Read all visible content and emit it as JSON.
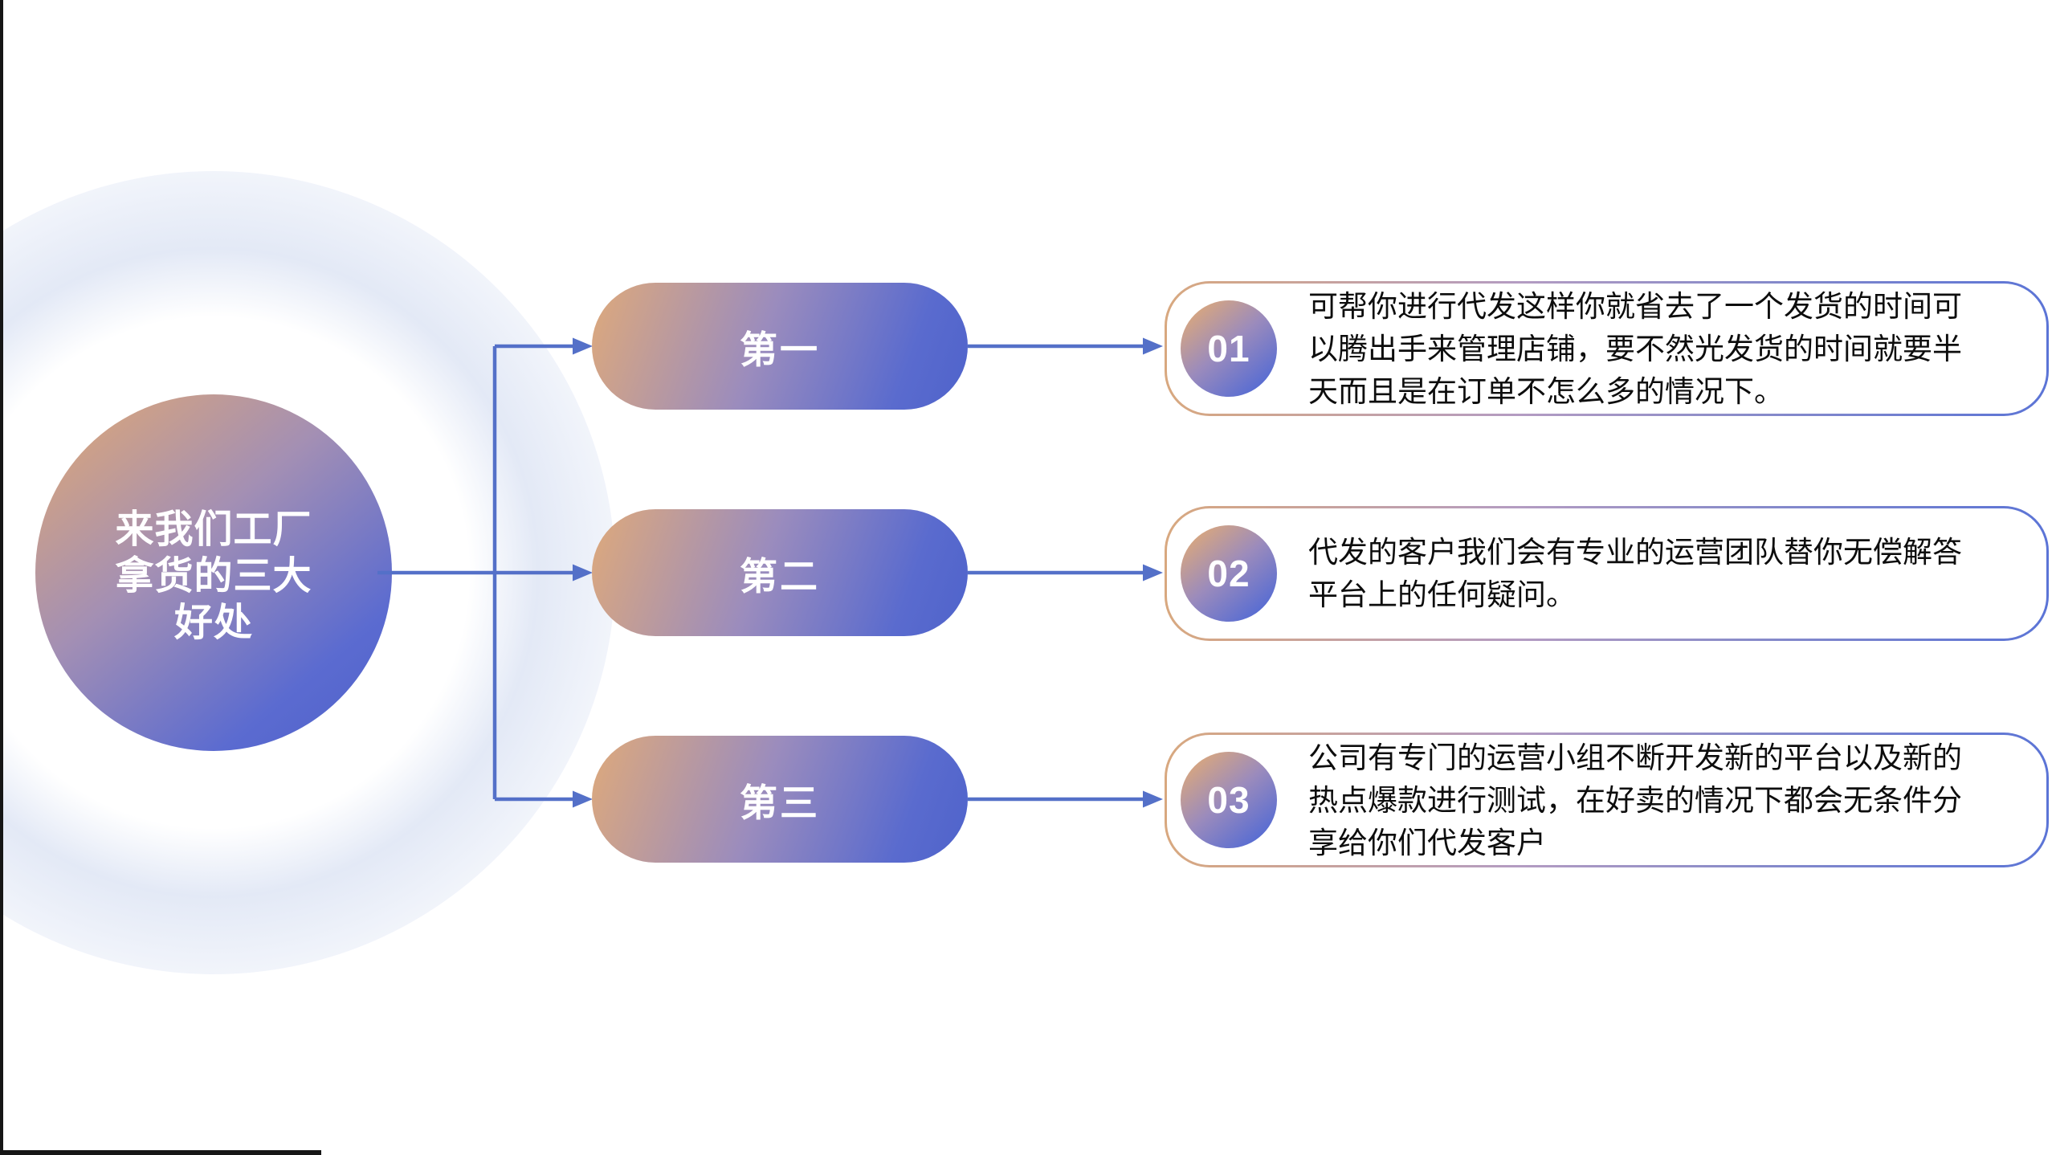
{
  "topic": {
    "title": "来我们工厂\n拿货的三大\n好处"
  },
  "branches": [
    {
      "label": "第一",
      "number": "01",
      "description": "可帮你进行代发这样你就省去了一个发货的时间可以腾出手来管理店铺，要不然光发货的时间就要半天而且是在订单不怎么多的情况下。"
    },
    {
      "label": "第二",
      "number": "02",
      "description": "代发的客户我们会有专业的运营团队替你无偿解答平台上的任何疑问。"
    },
    {
      "label": "第三",
      "number": "03",
      "description": "公司有专门的运营小组不断开发新的平台以及新的热点爆款进行测试，在好卖的情况下都会无条件分享给你们代发客户"
    }
  ],
  "colors": {
    "connector_blue": "#5470c8",
    "gradient_orange": "#d9a57e",
    "gradient_blue": "#5a6ed1",
    "card_border_left": "#d8a87f",
    "card_border_right": "#5b74d6",
    "text_dark": "#0d0d0d",
    "text_light": "#ffffff",
    "edge_black": "#161616"
  }
}
